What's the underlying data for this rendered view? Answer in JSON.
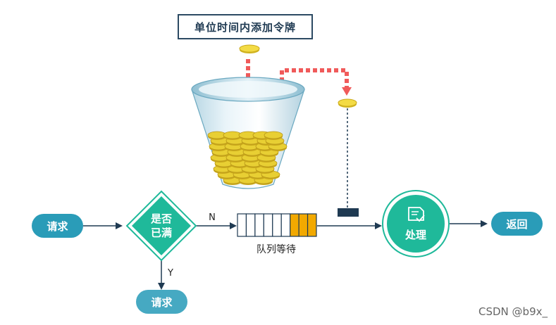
{
  "title": "单位时间内添加令牌",
  "nodes": {
    "request_in": "请求",
    "decision_line1": "是否",
    "decision_line2": "已满",
    "queue_label": "队列等待",
    "process": "处理",
    "return": "返回",
    "request_out": "请求"
  },
  "edges": {
    "no_label": "N",
    "yes_label": "Y"
  },
  "queue": {
    "total_slots": 9,
    "filled_slots": 3,
    "filled_color": "#f2a900",
    "empty_color": "#ffffff"
  },
  "colors": {
    "accent_teal": "#1fb99a",
    "pill_blue": "#2a9cb8",
    "token_arrow": "#f05a5a",
    "token_gold": "#e8cf33",
    "dark_blue": "#1f3a52"
  },
  "icons": {
    "process": "document-check-icon"
  },
  "watermark": "CSDN @b9x_"
}
